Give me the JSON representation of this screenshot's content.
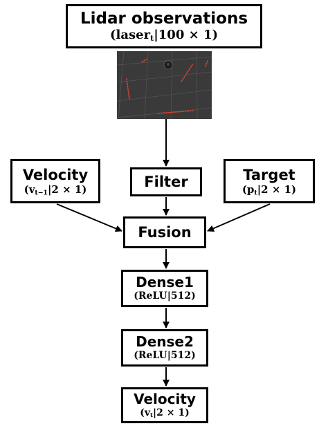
{
  "nodes": {
    "lidar": {
      "title": "Lidar observations",
      "var": "laser",
      "sub": "t",
      "dims": "|100 × 1)"
    },
    "velocity_in": {
      "title": "Velocity",
      "var": "v",
      "sub": "t−1",
      "dims": "|2 × 1)"
    },
    "filter": {
      "title": "Filter"
    },
    "target": {
      "title": "Target",
      "var": "p",
      "sub": "t",
      "dims": "|2 × 1)"
    },
    "fusion": {
      "title": "Fusion"
    },
    "dense1": {
      "title": "Dense1",
      "spec": "(ReLU|512)"
    },
    "dense2": {
      "title": "Dense2",
      "spec": "(ReLU|512)"
    },
    "velocity_out": {
      "title": "Velocity",
      "var": "v",
      "sub": "t",
      "dims": "|2 × 1)"
    }
  },
  "formula_open": "(",
  "colors": {
    "box_border": "#000000",
    "scan_background": "#3a3a3a",
    "scan_points": "#e0412b"
  }
}
